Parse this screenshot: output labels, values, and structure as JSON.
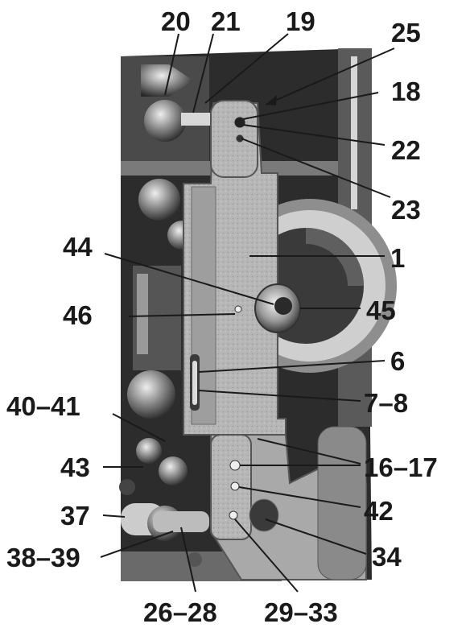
{
  "labels": {
    "l20": "20",
    "l21": "21",
    "l19": "19",
    "l25": "25",
    "l18": "18",
    "l22": "22",
    "l23": "23",
    "l44": "44",
    "l1": "1",
    "l46": "46",
    "l45": "45",
    "l6": "6",
    "l7_8": "7–8",
    "l40_41": "40–41",
    "l16_17": "16–17",
    "l43": "43",
    "l42": "42",
    "l37": "37",
    "l34": "34",
    "l38_39": "38–39",
    "l26_28": "26–28",
    "l29_33": "29–33"
  },
  "colors": {
    "background": "#ffffff",
    "photo_dark": "#2c2c2c",
    "metal_light": "#bdbdbd",
    "metal_mid": "#8f8f8f",
    "label": "#1a1a1a"
  }
}
